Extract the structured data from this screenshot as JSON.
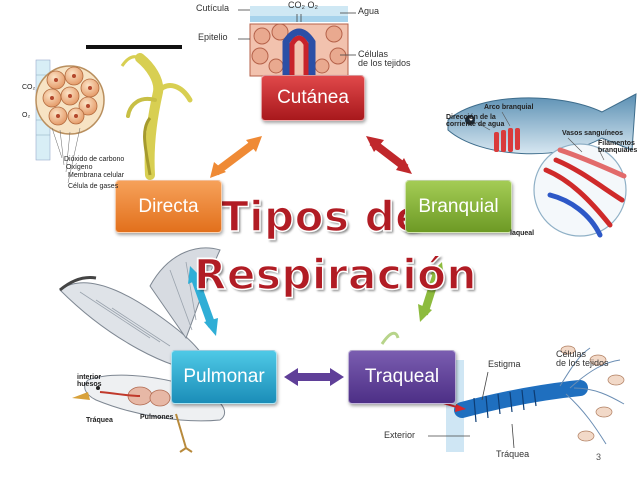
{
  "title": {
    "line1": "Tipos de",
    "line2": "Respiración"
  },
  "boxes": {
    "cutanea": "Cutánea",
    "directa": "Directa",
    "branquial": "Branquial",
    "pulmonar": "Pulmonar",
    "traqueal": "Traqueal"
  },
  "labels": {
    "skin": {
      "cuticula": "Cutícula",
      "epitelio": "Epitelio",
      "co2o2": "CO₂ O₂",
      "agua": "Agua",
      "celulas": "Células\nde los tejidos"
    },
    "hydra": {
      "co2": "CO₂",
      "o2": "O₂",
      "dioxido": "Dióxido de carbono",
      "oxigeno": "Oxígeno",
      "membrana": "Membrana celular",
      "celula_gases": "Célula de gases"
    },
    "fish": {
      "arco": "Arco branquial",
      "direccion": "Dirección de la\ncorriente de agua",
      "vasos": "Vasos sanguíneos",
      "filamentos": "Filamentos\nbranquiales",
      "laqueal": "laqueal"
    },
    "bird": {
      "interior": "interior\nhuesos",
      "traquea": "Tráquea",
      "pulmones": "Pulmones"
    },
    "insect": {
      "estigma": "Estigma",
      "celulas": "Células\nde los tejidos",
      "exterior": "Exterior",
      "traquea": "Tráquea"
    }
  },
  "page_number": "3",
  "colors": {
    "title": "#b11c24",
    "red": "#c0282c",
    "orange": "#ef8a35",
    "green": "#8dbb3e",
    "cyan": "#2faed6",
    "purple": "#5f3f98"
  }
}
